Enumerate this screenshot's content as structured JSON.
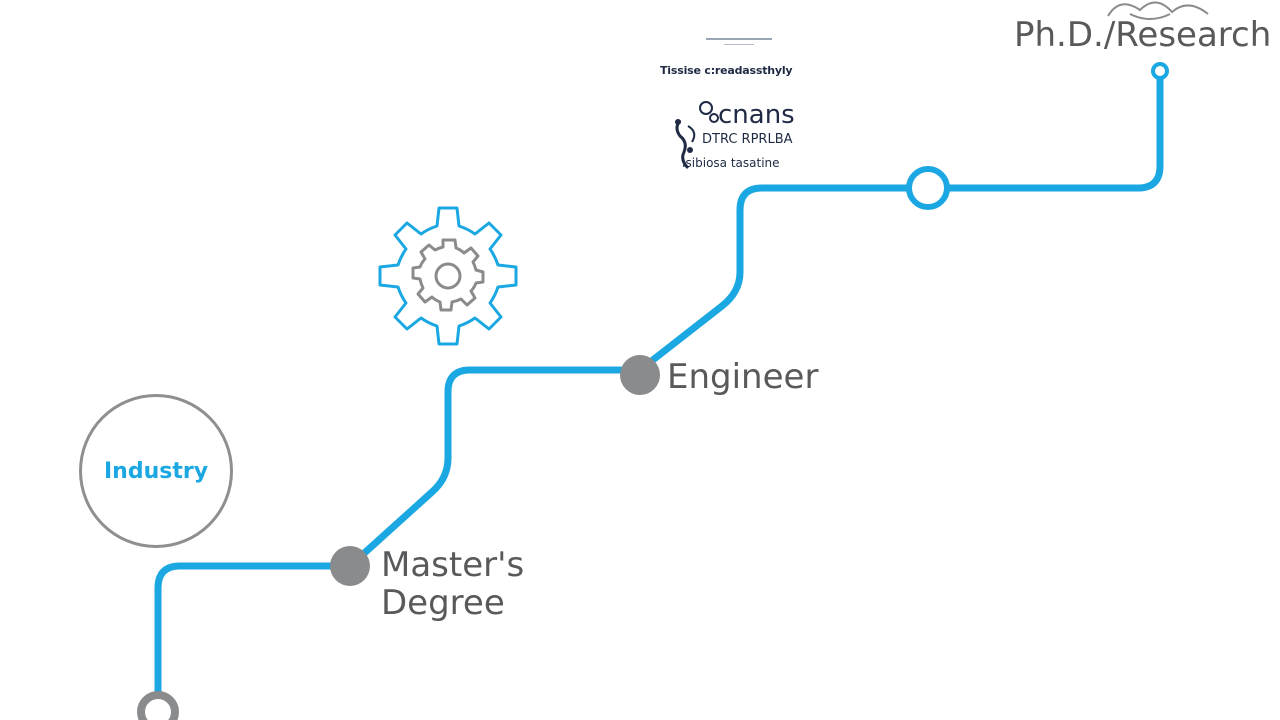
{
  "milestones": {
    "industry": "Industry",
    "masters_line1": "Master's",
    "masters_line2": "Degree",
    "engineer": "Engineer",
    "phd": "Ph.D./Research"
  },
  "logo": {
    "tagline": "Tissise c:readassthyly",
    "name": "cnans",
    "subtitle": "DTRC RPRLBA",
    "footer": "Isibiosa tasatine"
  },
  "colors": {
    "path": "#1ba7e1",
    "node_gray": "#8a8b8d",
    "text_gray": "#58595b",
    "gear": "#1ba7e1"
  },
  "icons": [
    "gear-icon",
    "brain-icon",
    "logo-figure-icon"
  ]
}
